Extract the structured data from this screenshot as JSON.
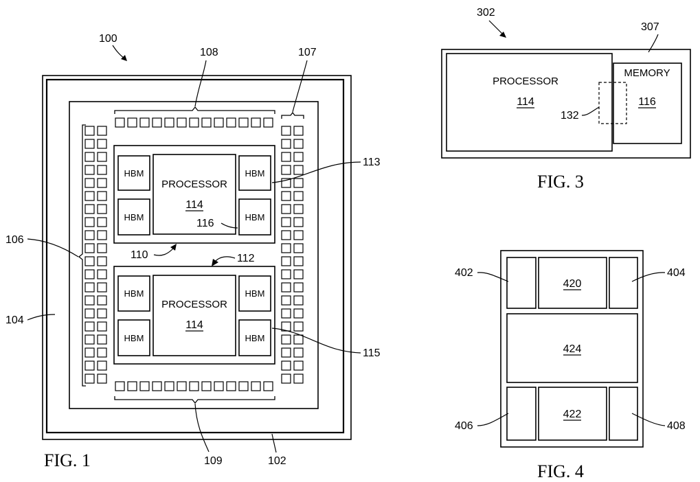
{
  "fig1": {
    "caption": "FIG. 1",
    "ref_100": "100",
    "ref_102": "102",
    "ref_104": "104",
    "ref_106": "106",
    "ref_107": "107",
    "ref_108": "108",
    "ref_109": "109",
    "ref_110": "110",
    "ref_112": "112",
    "ref_113": "113",
    "ref_115": "115",
    "ref_116": "116",
    "top_die": {
      "processor_label": "PROCESSOR",
      "processor_ref": "114",
      "hbm_label": "HBM"
    },
    "bottom_die": {
      "processor_label": "PROCESSOR",
      "processor_ref": "114",
      "hbm_label": "HBM"
    }
  },
  "fig3": {
    "caption": "FIG. 3",
    "ref_302": "302",
    "ref_307": "307",
    "ref_132": "132",
    "processor_label": "PROCESSOR",
    "processor_ref": "114",
    "memory_label": "MEMORY",
    "memory_ref": "116"
  },
  "fig4": {
    "caption": "FIG. 4",
    "ref_402": "402",
    "ref_404": "404",
    "ref_406": "406",
    "ref_408": "408",
    "ref_420": "420",
    "ref_422": "422",
    "ref_424": "424"
  }
}
